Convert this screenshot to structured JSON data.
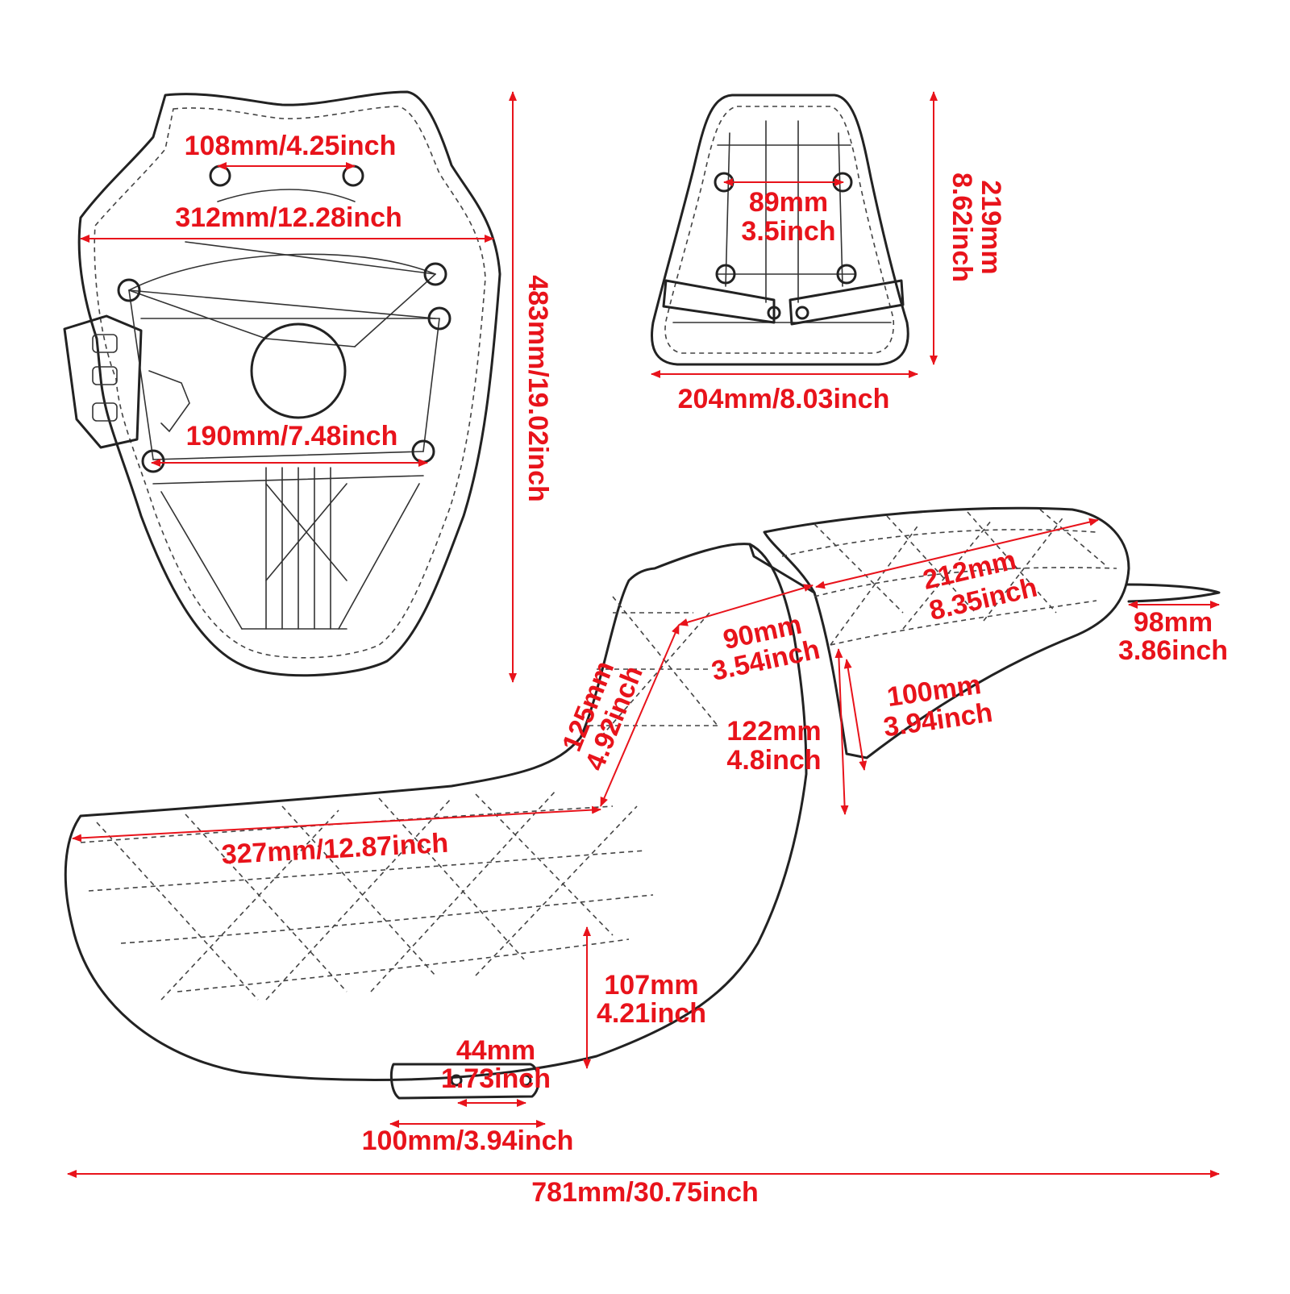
{
  "diagram": {
    "line_color": "#e8131b",
    "outline_color": "#222222",
    "background": "#ffffff",
    "rider_seat_bottom": {
      "dim_top_holes": "108mm/4.25inch",
      "dim_width": "312mm/12.28inch",
      "dim_lower_holes": "190mm/7.48inch",
      "dim_length": "483mm/19.02inch"
    },
    "passenger_seat_bottom": {
      "dim_holes_mm": "89mm",
      "dim_holes_in": "3.5inch",
      "dim_height_mm": "219mm",
      "dim_height_in": "8.62inch",
      "dim_width": "204mm/8.03inch"
    },
    "side_view": {
      "dim_passenger_len_mm": "212mm",
      "dim_passenger_len_in": "8.35inch",
      "dim_tab_mm": "98mm",
      "dim_tab_in": "3.86inch",
      "dim_gap_mm": "90mm",
      "dim_gap_in": "3.54inch",
      "dim_back_height_mm": "100mm",
      "dim_back_height_in": "3.94inch",
      "dim_backrest_mm": "125mm",
      "dim_backrest_in": "4.92inch",
      "dim_step_mm": "122mm",
      "dim_step_in": "4.8inch",
      "dim_rider_len": "327mm/12.87inch",
      "dim_front_height_mm": "107mm",
      "dim_front_height_in": "4.21inch",
      "dim_bracket_holes_mm": "44mm",
      "dim_bracket_holes_in": "1.73inch",
      "dim_bracket_len": "100mm/3.94inch",
      "dim_total_len": "781mm/30.75inch"
    }
  }
}
